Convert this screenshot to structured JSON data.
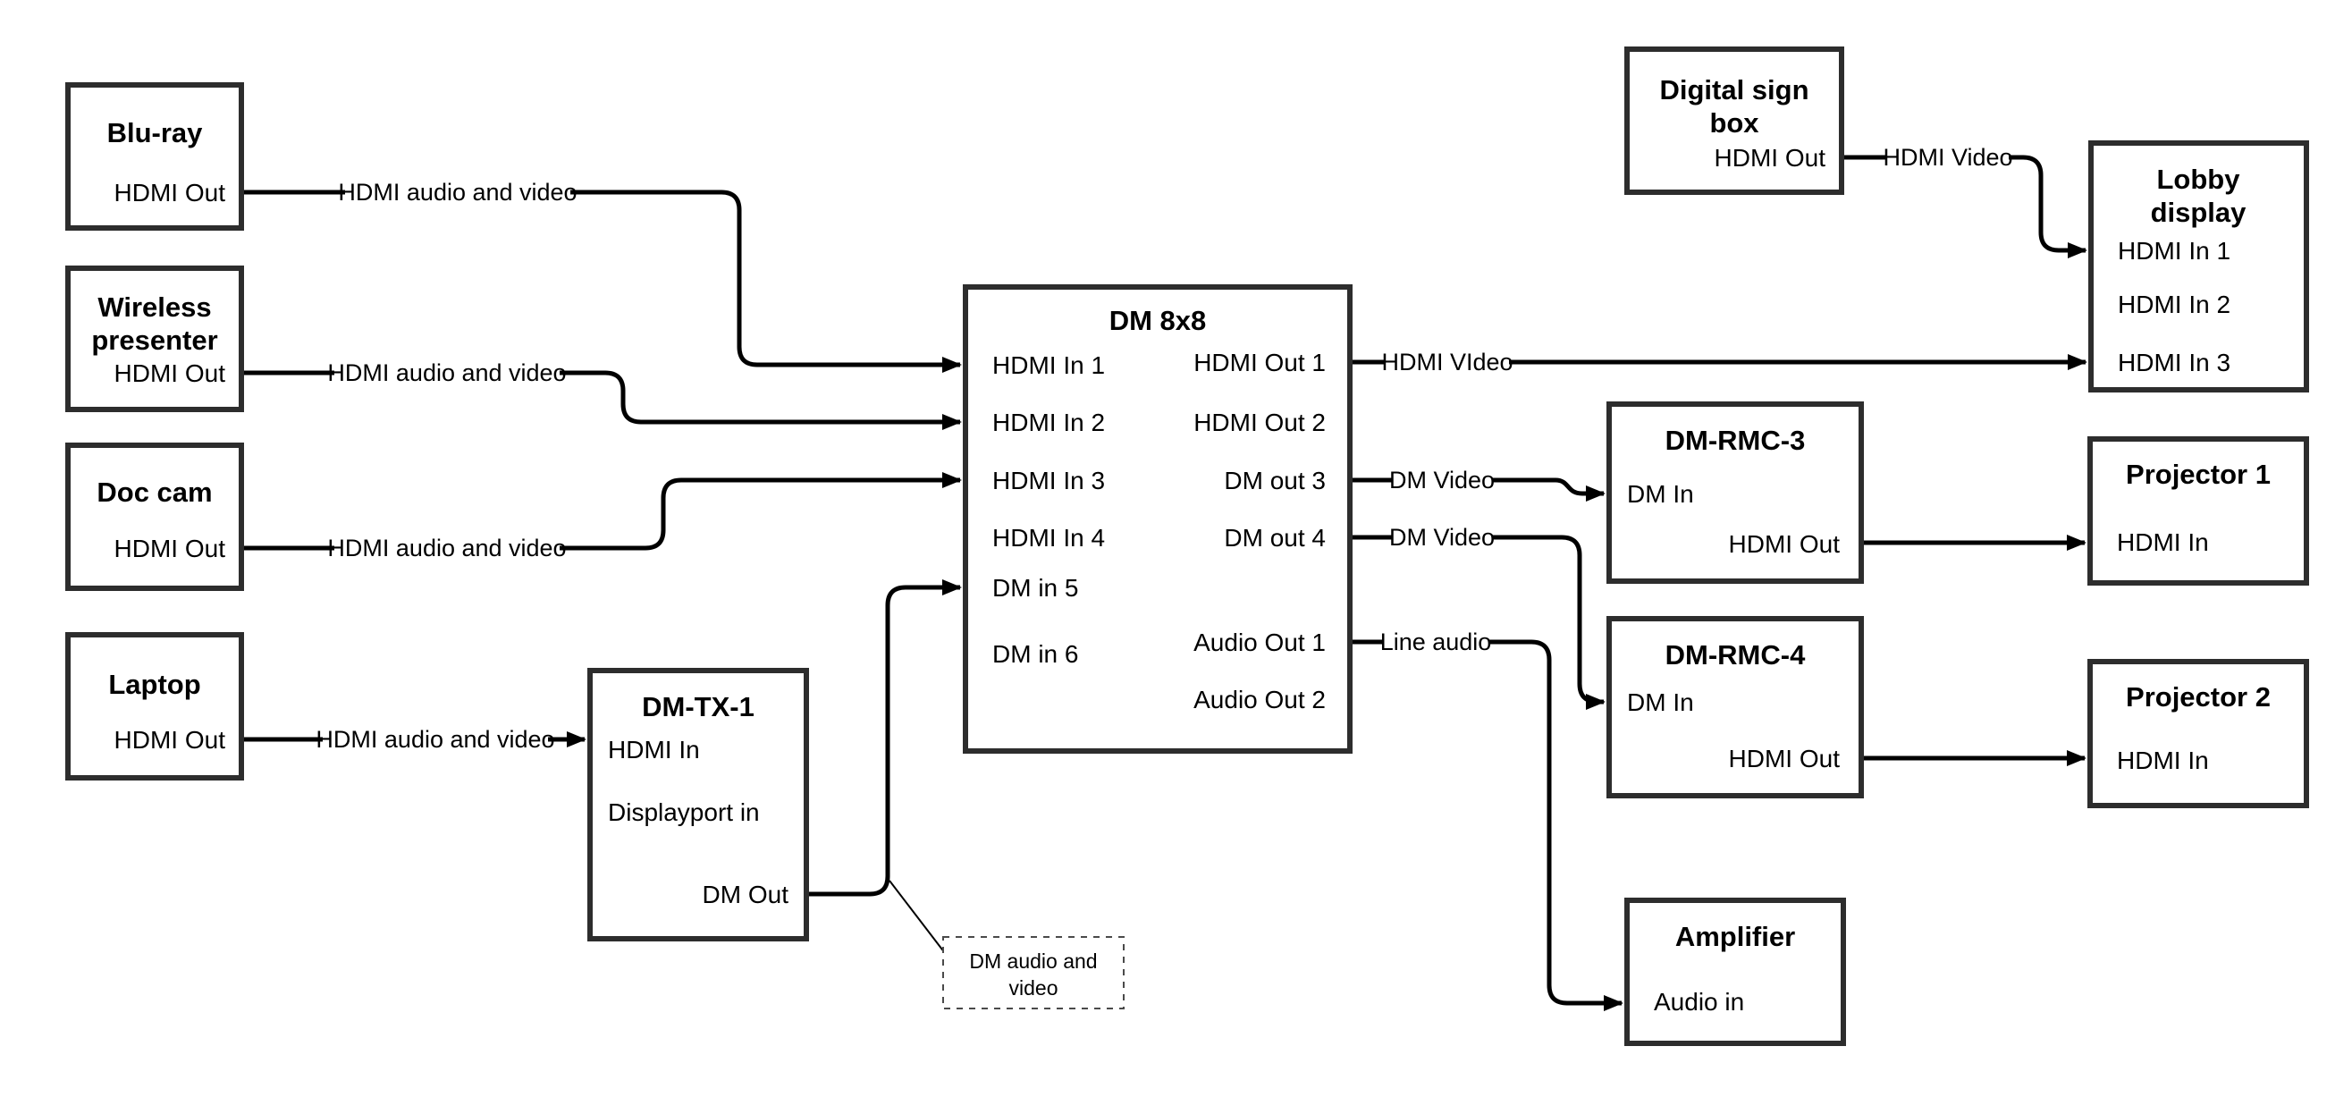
{
  "nodes": {
    "bluray": {
      "title": "Blu-ray",
      "port_hdmi_out": "HDMI Out"
    },
    "wireless": {
      "title1": "Wireless",
      "title2": "presenter",
      "port_hdmi_out": "HDMI Out"
    },
    "doccam": {
      "title": "Doc cam",
      "port_hdmi_out": "HDMI Out"
    },
    "laptop": {
      "title": "Laptop",
      "port_hdmi_out": "HDMI Out"
    },
    "dmtx1": {
      "title": "DM-TX-1",
      "port_hdmi_in": "HDMI In",
      "port_displayport_in": "Displayport in",
      "port_dm_out": "DM Out"
    },
    "dm8x8": {
      "title": "DM 8x8",
      "inputs": [
        "HDMI In 1",
        "HDMI In 2",
        "HDMI In 3",
        "HDMI In 4",
        "DM in 5",
        "DM in 6"
      ],
      "outputs": [
        "HDMI Out 1",
        "HDMI Out 2",
        "DM out 3",
        "DM out 4",
        "Audio Out 1",
        "Audio Out 2"
      ]
    },
    "digital_sign": {
      "title1": "Digital sign",
      "title2": "box",
      "port_hdmi_out": "HDMI Out"
    },
    "lobby": {
      "title1": "Lobby",
      "title2": "display",
      "inputs": [
        "HDMI In 1",
        "HDMI In 2",
        "HDMI In 3"
      ]
    },
    "dmrmc3": {
      "title": "DM-RMC-3",
      "port_dm_in": "DM In",
      "port_hdmi_out": "HDMI Out"
    },
    "proj1": {
      "title": "Projector 1",
      "port_hdmi_in": "HDMI In"
    },
    "dmrmc4": {
      "title": "DM-RMC-4",
      "port_dm_in": "DM In",
      "port_hdmi_out": "HDMI Out"
    },
    "proj2": {
      "title": "Projector 2",
      "port_hdmi_in": "HDMI In"
    },
    "amplifier": {
      "title": "Amplifier",
      "port_audio_in": "Audio in"
    }
  },
  "wire_labels": {
    "hdmi_av": "HDMI audio and video",
    "hdmi_video_caps": "HDMI VIdeo",
    "hdmi_video_sign": "HDMI Video",
    "dm_video": "DM Video",
    "line_audio": "Line audio"
  },
  "note": {
    "line1": "DM audio and",
    "line2": "video"
  },
  "colors": {
    "wire": "#000000",
    "box_border": "#2d2d2d",
    "text": "#000000",
    "background": "#ffffff"
  }
}
